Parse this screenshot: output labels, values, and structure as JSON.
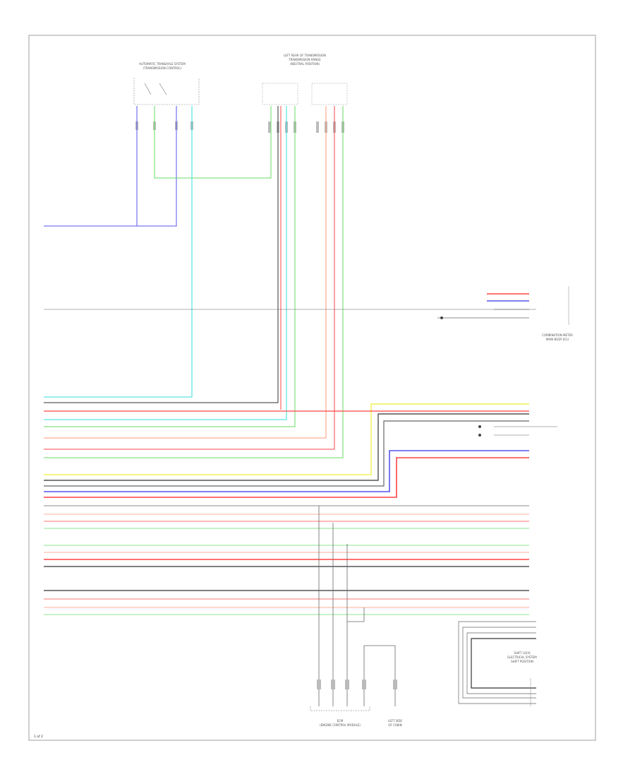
{
  "colors": {
    "blue": "#5555ee",
    "green": "#66dd66",
    "cyan": "#33dddd",
    "red": "#ff4444",
    "salmon": "#ff9977",
    "yellow": "#eeee33",
    "black": "#333333",
    "gray": "#999999",
    "purple": "#9955ff"
  },
  "labels": {
    "component_top_left": "AUTOMATIC TRANSAXLE SYSTEM",
    "component_top_left_sub": "(TRANSMISSION CONTROL)",
    "component_top_center": "LEFT REAR OF TRANSMISSION",
    "component_top_center_sub": "TRANSMISSION RANGE",
    "component_top_center_sub2": "(NEUTRAL POSITION)",
    "component_right_mid": "COMBINATION METER",
    "component_right_mid2": "MAIN BODY ECU",
    "component_bottom_center": "ECM",
    "component_bottom_center_sub": "(ENGINE CONTROL MODULE)",
    "component_bottom_right": "SHIFT LOCK",
    "component_bottom_right_sub": "ELECTRICAL SYSTEM",
    "component_bottom_right_sub2": "SHIFT POSITION",
    "bottom_label_2": "LEFT SIDE",
    "bottom_label_2_sub": "OF CABIN",
    "page_code": "1 of 2"
  }
}
